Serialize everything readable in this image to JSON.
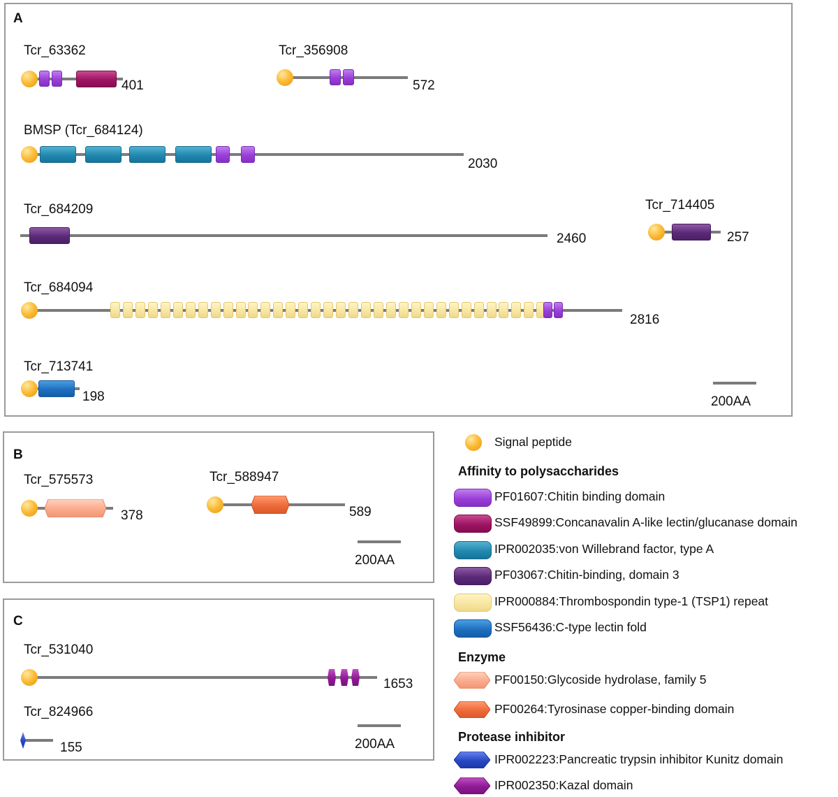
{
  "panels": {
    "A": {
      "label": "A",
      "scale_label": "200AA"
    },
    "B": {
      "label": "B",
      "scale_label": "200AA"
    },
    "C": {
      "label": "C",
      "scale_label": "200AA"
    }
  },
  "proteins": {
    "tcr63362": {
      "name": "Tcr_63362",
      "length": "401"
    },
    "tcr356908": {
      "name": "Tcr_356908",
      "length": "572"
    },
    "bmsp": {
      "name": "BMSP (Tcr_684124)",
      "length": "2030"
    },
    "tcr684209": {
      "name": "Tcr_684209",
      "length": "2460"
    },
    "tcr714405": {
      "name": "Tcr_714405",
      "length": "257"
    },
    "tcr684094": {
      "name": "Tcr_684094",
      "length": "2816"
    },
    "tcr713741": {
      "name": "Tcr_713741",
      "length": "198"
    },
    "tcr575573": {
      "name": "Tcr_575573",
      "length": "378"
    },
    "tcr588947": {
      "name": "Tcr_588947",
      "length": "589"
    },
    "tcr531040": {
      "name": "Tcr_531040",
      "length": "1653"
    },
    "tcr824966": {
      "name": "Tcr_824966",
      "length": "155"
    }
  },
  "legend": {
    "signal_peptide": "Signal peptide",
    "headings": {
      "affinity": "Affinity to polysaccharides",
      "enzyme": "Enzyme",
      "protease": "Protease inhibitor"
    },
    "items": {
      "chitin": "PF01607:Chitin binding domain",
      "conca": "SSF49899:Concanavalin A-like lectin/glucanase domain",
      "vwf": "IPR002035:von Willebrand factor, type A",
      "cb3": "PF03067:Chitin-binding, domain 3",
      "tsp": "IPR000884:Thrombospondin type-1 (TSP1) repeat",
      "ctype": "SSF56436:C-type lectin fold",
      "gh5": "PF00150:Glycoside hydrolase, family 5",
      "tyro": "PF00264:Tyrosinase copper-binding domain",
      "kunitz": "IPR002223:Pancreatic trypsin inhibitor Kunitz domain",
      "kazal": "IPR002350:Kazal domain"
    }
  },
  "colors": {
    "chitin": "#9a3fd8",
    "conca": "#9d1463",
    "vwf": "#2188af",
    "cb3": "#5b2a78",
    "tsp": "#f8e6a2",
    "ctype": "#1e6fc0",
    "gh5": "#fcaa8c",
    "tyro": "#ee6a3a",
    "kunitz": "#2747c4",
    "kazal": "#8f1a95",
    "signal": "#fbbd3a",
    "backbone": "#7b7b7b"
  }
}
